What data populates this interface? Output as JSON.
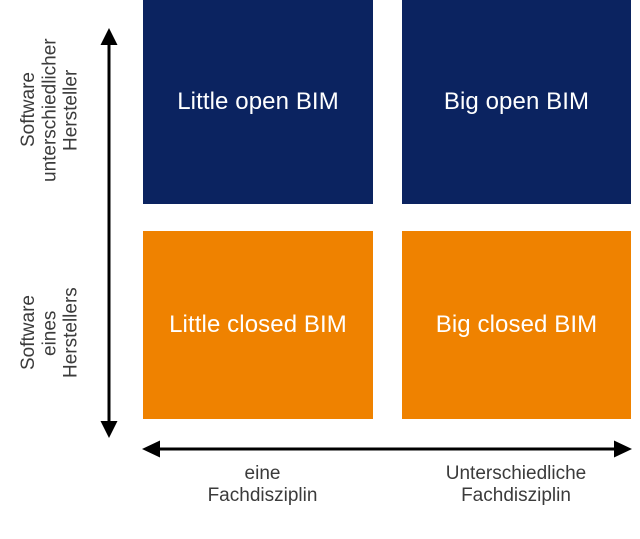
{
  "diagram": {
    "type": "2x2-matrix",
    "colors": {
      "blue": "#0b2360",
      "orange": "#ef8200",
      "text_on_fill": "#ffffff",
      "axis": "#000000",
      "axis_label": "#3b3b3b",
      "background": "#ffffff"
    },
    "quadrants": [
      {
        "id": "little-open-bim",
        "label": "Little open BIM",
        "fill": "blue",
        "row": "top",
        "col": "left"
      },
      {
        "id": "big-open-bim",
        "label": "Big open BIM",
        "fill": "blue",
        "row": "top",
        "col": "right"
      },
      {
        "id": "little-closed-bim",
        "label": "Little closed BIM",
        "fill": "orange",
        "row": "bottom",
        "col": "left"
      },
      {
        "id": "big-closed-bim",
        "label": "Big closed BIM",
        "fill": "orange",
        "row": "bottom",
        "col": "right"
      }
    ],
    "y_axis": {
      "icon": "double-headed-vertical-arrow",
      "top_label": "Software\nunterschiedlicher\nHersteller",
      "bottom_label": "Software\neines\nHerstellers"
    },
    "x_axis": {
      "icon": "double-headed-horizontal-arrow",
      "left_label": "eine\nFachdisziplin",
      "right_label": "Unterschiedliche\nFachdisziplin"
    }
  }
}
